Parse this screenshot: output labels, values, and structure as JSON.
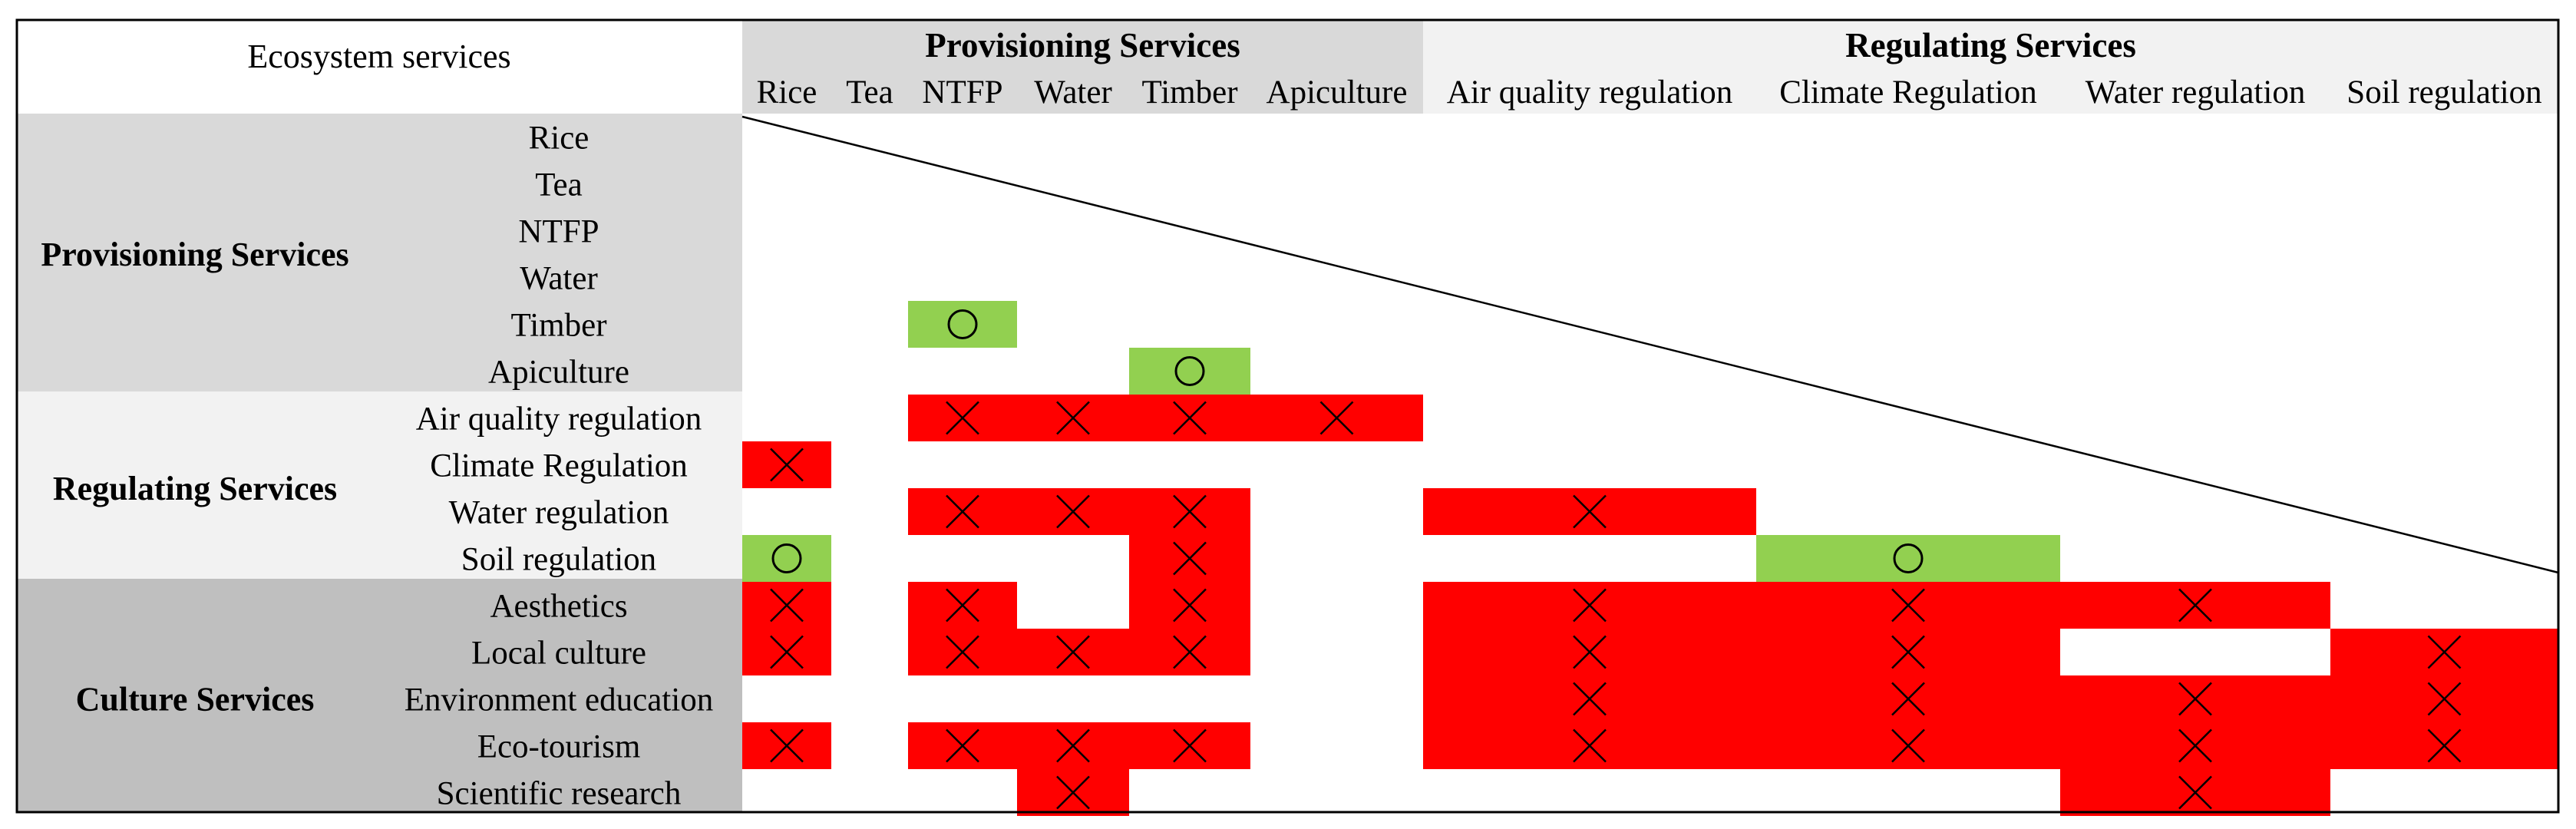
{
  "corner_label": "Ecosystem services",
  "groups": [
    {
      "name": "Provisioning Services",
      "items": [
        "Rice",
        "Tea",
        "NTFP",
        "Water",
        "Timber",
        "Apiculture"
      ]
    },
    {
      "name": "Regulating Services",
      "items": [
        "Air quality regulation",
        "Climate Regulation",
        "Water regulation",
        "Soil regulation"
      ]
    },
    {
      "name": "Culture Services",
      "items": [
        "Aesthetics",
        "Local culture",
        "Environment education",
        "Eco-tourism",
        "Scientific research"
      ]
    }
  ],
  "column_groups": [
    {
      "name": "Provisioning Services",
      "items": [
        "Rice",
        "Tea",
        "NTFP",
        "Water",
        "Timber",
        "Apiculture"
      ]
    },
    {
      "name": "Regulating Services",
      "items": [
        "Air quality regulation",
        "Climate Regulation",
        "Water regulation",
        "Soil regulation"
      ]
    }
  ],
  "legend_symbols": {
    "synergy": "○",
    "tradeoff": "×"
  },
  "colors": {
    "synergy": "#92d050",
    "tradeoff": "#ff0000",
    "provisioning_header": "#d9d9d9",
    "regulating_header": "#f2f2f2",
    "culture_header": "#bfbfbf",
    "border": "#000000"
  },
  "cells": [
    {
      "row": "Timber",
      "col": "NTFP",
      "type": "synergy"
    },
    {
      "row": "Apiculture",
      "col": "Timber",
      "type": "synergy"
    },
    {
      "row": "Air quality regulation",
      "col": "NTFP",
      "type": "tradeoff"
    },
    {
      "row": "Air quality regulation",
      "col": "Water",
      "type": "tradeoff"
    },
    {
      "row": "Air quality regulation",
      "col": "Timber",
      "type": "tradeoff"
    },
    {
      "row": "Air quality regulation",
      "col": "Apiculture",
      "type": "tradeoff"
    },
    {
      "row": "Climate Regulation",
      "col": "Rice",
      "type": "tradeoff"
    },
    {
      "row": "Water regulation",
      "col": "NTFP",
      "type": "tradeoff"
    },
    {
      "row": "Water regulation",
      "col": "Water",
      "type": "tradeoff"
    },
    {
      "row": "Water regulation",
      "col": "Timber",
      "type": "tradeoff"
    },
    {
      "row": "Water regulation",
      "col": "Air quality regulation",
      "type": "tradeoff"
    },
    {
      "row": "Soil regulation",
      "col": "Rice",
      "type": "synergy"
    },
    {
      "row": "Soil regulation",
      "col": "Timber",
      "type": "tradeoff"
    },
    {
      "row": "Soil regulation",
      "col": "Climate Regulation",
      "type": "synergy"
    },
    {
      "row": "Aesthetics",
      "col": "Rice",
      "type": "tradeoff"
    },
    {
      "row": "Aesthetics",
      "col": "NTFP",
      "type": "tradeoff"
    },
    {
      "row": "Aesthetics",
      "col": "Timber",
      "type": "tradeoff"
    },
    {
      "row": "Aesthetics",
      "col": "Air quality regulation",
      "type": "tradeoff"
    },
    {
      "row": "Aesthetics",
      "col": "Climate Regulation",
      "type": "tradeoff"
    },
    {
      "row": "Aesthetics",
      "col": "Water regulation",
      "type": "tradeoff"
    },
    {
      "row": "Local culture",
      "col": "Rice",
      "type": "tradeoff"
    },
    {
      "row": "Local culture",
      "col": "NTFP",
      "type": "tradeoff"
    },
    {
      "row": "Local culture",
      "col": "Water",
      "type": "tradeoff"
    },
    {
      "row": "Local culture",
      "col": "Timber",
      "type": "tradeoff"
    },
    {
      "row": "Local culture",
      "col": "Air quality regulation",
      "type": "tradeoff"
    },
    {
      "row": "Local culture",
      "col": "Climate Regulation",
      "type": "tradeoff"
    },
    {
      "row": "Local culture",
      "col": "Soil regulation",
      "type": "tradeoff"
    },
    {
      "row": "Environment education",
      "col": "Air quality regulation",
      "type": "tradeoff"
    },
    {
      "row": "Environment education",
      "col": "Climate Regulation",
      "type": "tradeoff"
    },
    {
      "row": "Environment education",
      "col": "Water regulation",
      "type": "tradeoff"
    },
    {
      "row": "Environment education",
      "col": "Soil regulation",
      "type": "tradeoff"
    },
    {
      "row": "Eco-tourism",
      "col": "Rice",
      "type": "tradeoff"
    },
    {
      "row": "Eco-tourism",
      "col": "NTFP",
      "type": "tradeoff"
    },
    {
      "row": "Eco-tourism",
      "col": "Water",
      "type": "tradeoff"
    },
    {
      "row": "Eco-tourism",
      "col": "Timber",
      "type": "tradeoff"
    },
    {
      "row": "Eco-tourism",
      "col": "Air quality regulation",
      "type": "tradeoff"
    },
    {
      "row": "Eco-tourism",
      "col": "Climate Regulation",
      "type": "tradeoff"
    },
    {
      "row": "Eco-tourism",
      "col": "Water regulation",
      "type": "tradeoff"
    },
    {
      "row": "Eco-tourism",
      "col": "Soil regulation",
      "type": "tradeoff"
    },
    {
      "row": "Scientific research",
      "col": "Water",
      "type": "tradeoff"
    },
    {
      "row": "Scientific research",
      "col": "Water regulation",
      "type": "tradeoff"
    }
  ],
  "fills": [
    {
      "row": "Environment education",
      "from": "Air quality regulation",
      "to": "Soil regulation"
    },
    {
      "row": "Aesthetics",
      "from": "Air quality regulation",
      "to": "Water regulation"
    },
    {
      "row": "Local culture",
      "from": "Air quality regulation",
      "to": "Climate Regulation"
    },
    {
      "row": "Eco-tourism",
      "from": "Air quality regulation",
      "to": "Soil regulation"
    }
  ]
}
